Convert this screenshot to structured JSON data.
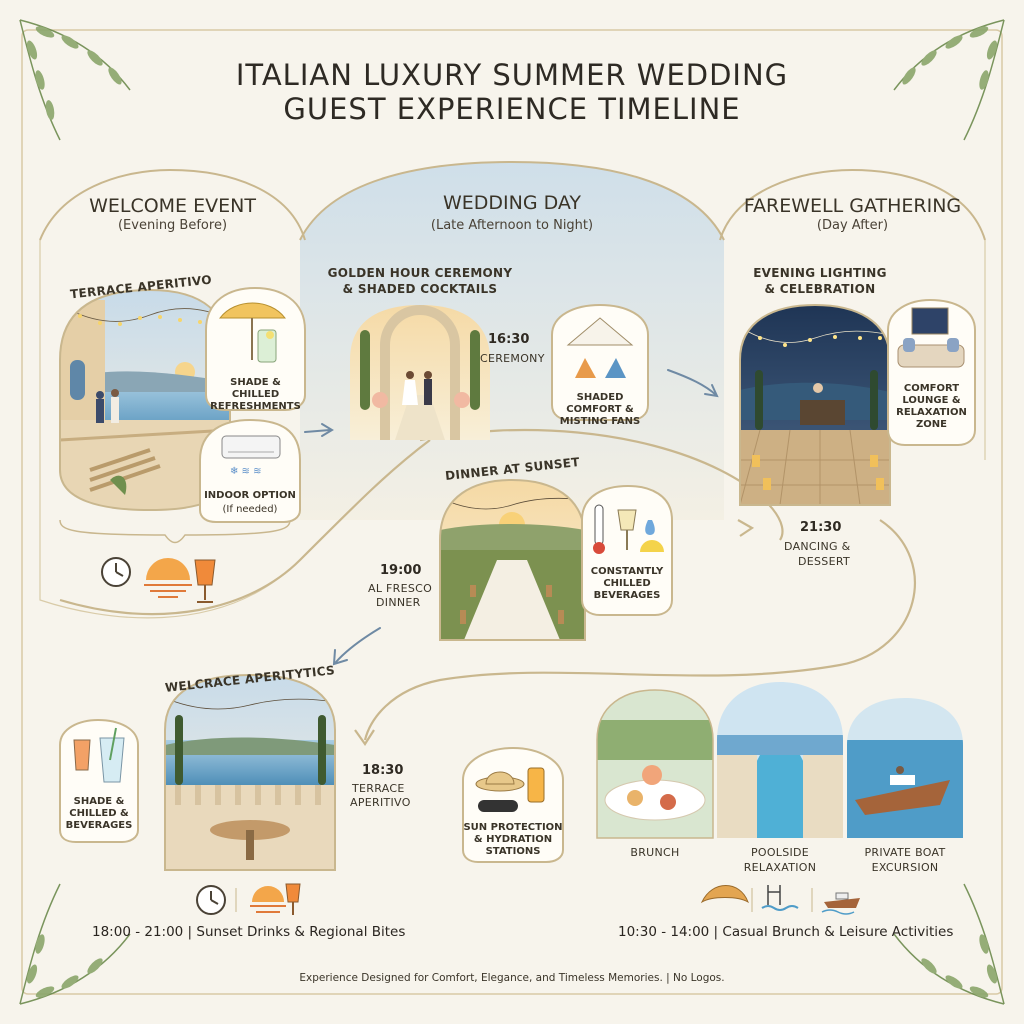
{
  "title": {
    "line1": "ITALIAN LUXURY SUMMER WEDDING",
    "line2": "GUEST EXPERIENCE TIMELINE"
  },
  "welcome": {
    "title": "WELCOME EVENT",
    "subtitle": "(Evening Before)",
    "scene_label": "TERRACE APERITIVO",
    "shade_label": "SHADE & CHILLED REFRESHMENTS",
    "indoor_label": "INDOOR OPTION",
    "indoor_sub": "(If needed)"
  },
  "wedding": {
    "title": "WEDDING DAY",
    "subtitle": "(Late Afternoon to Night)",
    "ceremony_caption_1": "GOLDEN HOUR CEREMONY",
    "ceremony_caption_2": "& SHADED COCKTAILS",
    "ceremony_time": "16:30",
    "ceremony_desc": "CEREMONY",
    "fans_label": "SHADED COMFORT & MISTING FANS",
    "dinner_label": "DINNER AT SUNSET",
    "dinner_time": "19:00",
    "dinner_desc_1": "AL FRESCO",
    "dinner_desc_2": "DINNER",
    "beverages_label": "CONSTANTLY CHILLED BEVERAGES",
    "terrace_label": "WELCRACE APERITYTICS",
    "terrace_time": "18:30",
    "terrace_desc_1": "TERRACE",
    "terrace_desc_2": "APERITIVO",
    "terrace_shade_label": "SHADE & CHILLED & BEVERAGES",
    "sun_label": "SUN PROTECTION & HYDRATION STATIONS"
  },
  "farewell": {
    "title": "FAREWELL GATHERING",
    "subtitle": "(Day After)",
    "caption_1": "EVENING LIGHTING",
    "caption_2": "& CELEBRATION",
    "lounge_label": "COMFORT LOUNGE & RELAXATION ZONE",
    "dance_time": "21:30",
    "dance_desc_1": "DANCING &",
    "dance_desc_2": "DESSERT",
    "brunch": "BRUNCH",
    "pool_1": "POOLSIDE",
    "pool_2": "RELAXATION",
    "boat_1": "PRIVATE BOAT",
    "boat_2": "EXCURSION"
  },
  "bottom": {
    "left": "18:00 - 21:00 | Sunset Drinks & Regional Bites",
    "right": "10:30 - 14:00 | Casual Brunch & Leisure Activities"
  },
  "footer": "Experience Designed for Comfort, Elegance, and Timeless Memories. | No Logos.",
  "colors": {
    "background": "#f7f4ec",
    "gold": "#c9b78e",
    "sky": "#c9dcea",
    "leaf": "#7d9a5a",
    "arrow": "#6f8aa4"
  }
}
